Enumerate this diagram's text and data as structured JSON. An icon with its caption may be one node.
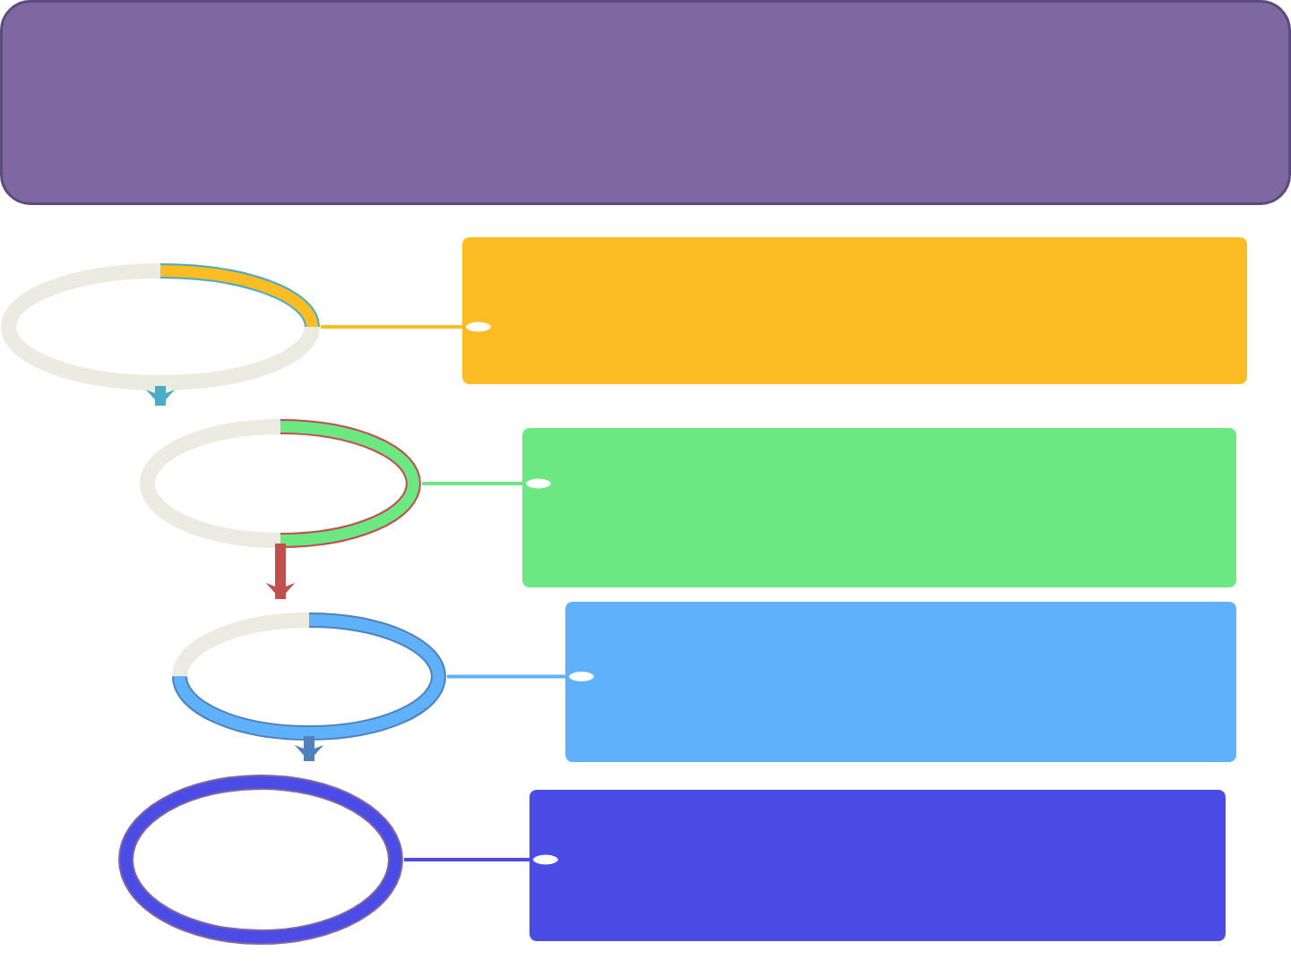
{
  "diagram": {
    "nodes": [
      {
        "text": [],
        "shape": "box"
      },
      {
        "text": [],
        "shape": "circle"
      },
      {
        "text": [],
        "shape": "box"
      },
      {
        "text": [],
        "shape": "circle"
      },
      {
        "text": [],
        "shape": "box"
      },
      {
        "text": [],
        "shape": "circle"
      },
      {
        "text": [],
        "shape": "box"
      },
      {
        "text": [],
        "shape": "circle"
      },
      {
        "text": [],
        "shape": "box"
      }
    ],
    "edges": [
      {
        "from": 1,
        "to": 2,
        "arrow": "other",
        "color": "#fbbc24"
      },
      {
        "from": 1,
        "to": 3,
        "arrow": "to",
        "style": "thick",
        "color": "#4bacc6"
      },
      {
        "from": 3,
        "to": 4,
        "arrow": "other",
        "color": "#6be882"
      },
      {
        "from": 3,
        "to": 5,
        "arrow": "to",
        "style": "thick",
        "color": "#c0504d"
      },
      {
        "from": 5,
        "to": 6,
        "arrow": "other",
        "color": "#60b1fb"
      },
      {
        "from": 5,
        "to": 7,
        "arrow": "to",
        "style": "thick",
        "color": "#4f81bd"
      },
      {
        "from": 7,
        "to": 8,
        "arrow": "other",
        "color": "#4a4ce5"
      }
    ]
  }
}
